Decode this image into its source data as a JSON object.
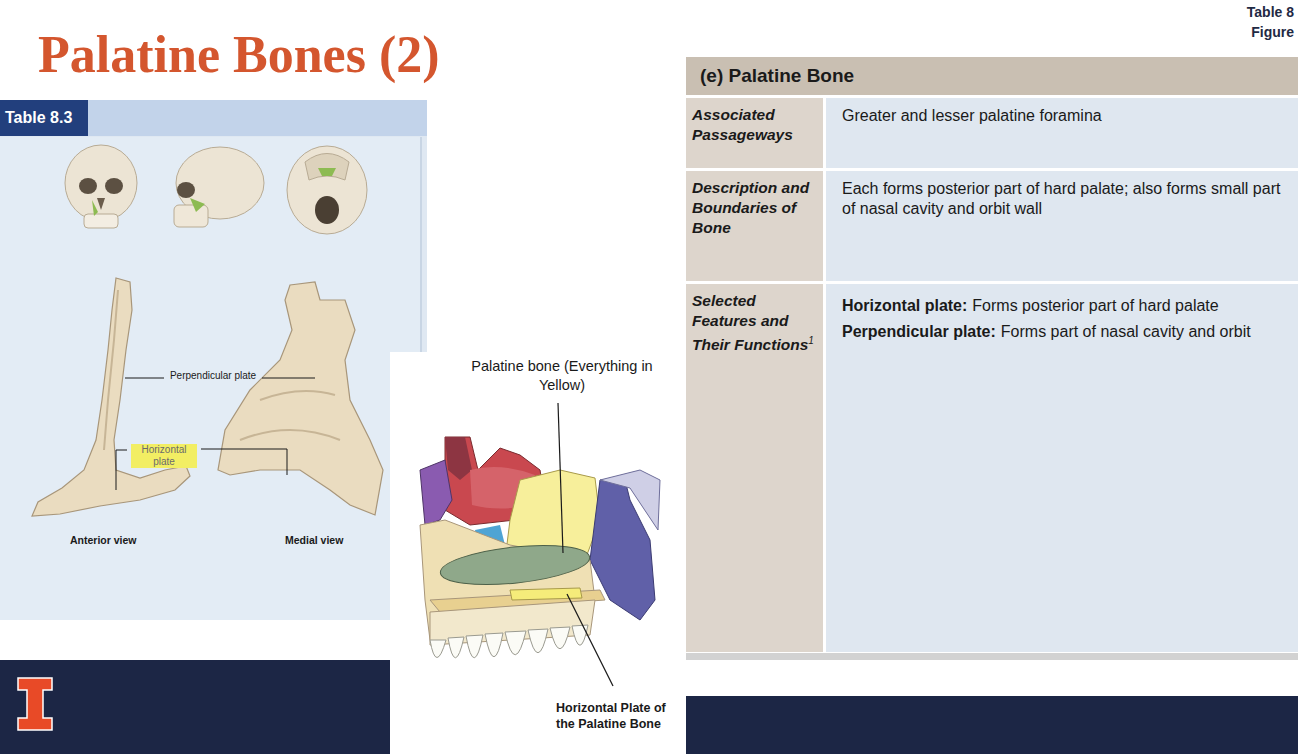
{
  "diagram": {
    "title": "Palatine Bones (2)",
    "nodes": [
      {
        "text": [
          "Table 8.3"
        ]
      },
      {
        "text": [
          "(e) Palatine Bone"
        ]
      },
      {
        "text": [
          "Associated Passageways"
        ]
      },
      {
        "text": [
          "Greater and lesser palatine foramina"
        ]
      },
      {
        "text": [
          "Description and Boundaries of Bone"
        ]
      },
      {
        "text": [
          "Each forms posterior part of hard palate; also forms small part of nasal cavity and orbit wall"
        ]
      },
      {
        "text": [
          "Selected Features and Their Functions",
          "1"
        ]
      },
      {
        "text": [
          "Horizontal plate:",
          "Forms posterior part of hard palate",
          "Perpendicular plate:",
          "Forms part of nasal cavity and orbit"
        ]
      }
    ],
    "labels": [
      "Table 8",
      "Figure",
      "Perpendicular plate",
      "Horizontal plate",
      "Anterior view",
      "Medial view",
      "Palatine bone (Everything in Yellow)",
      "Horizontal Plate of the Palatine Bone"
    ]
  }
}
